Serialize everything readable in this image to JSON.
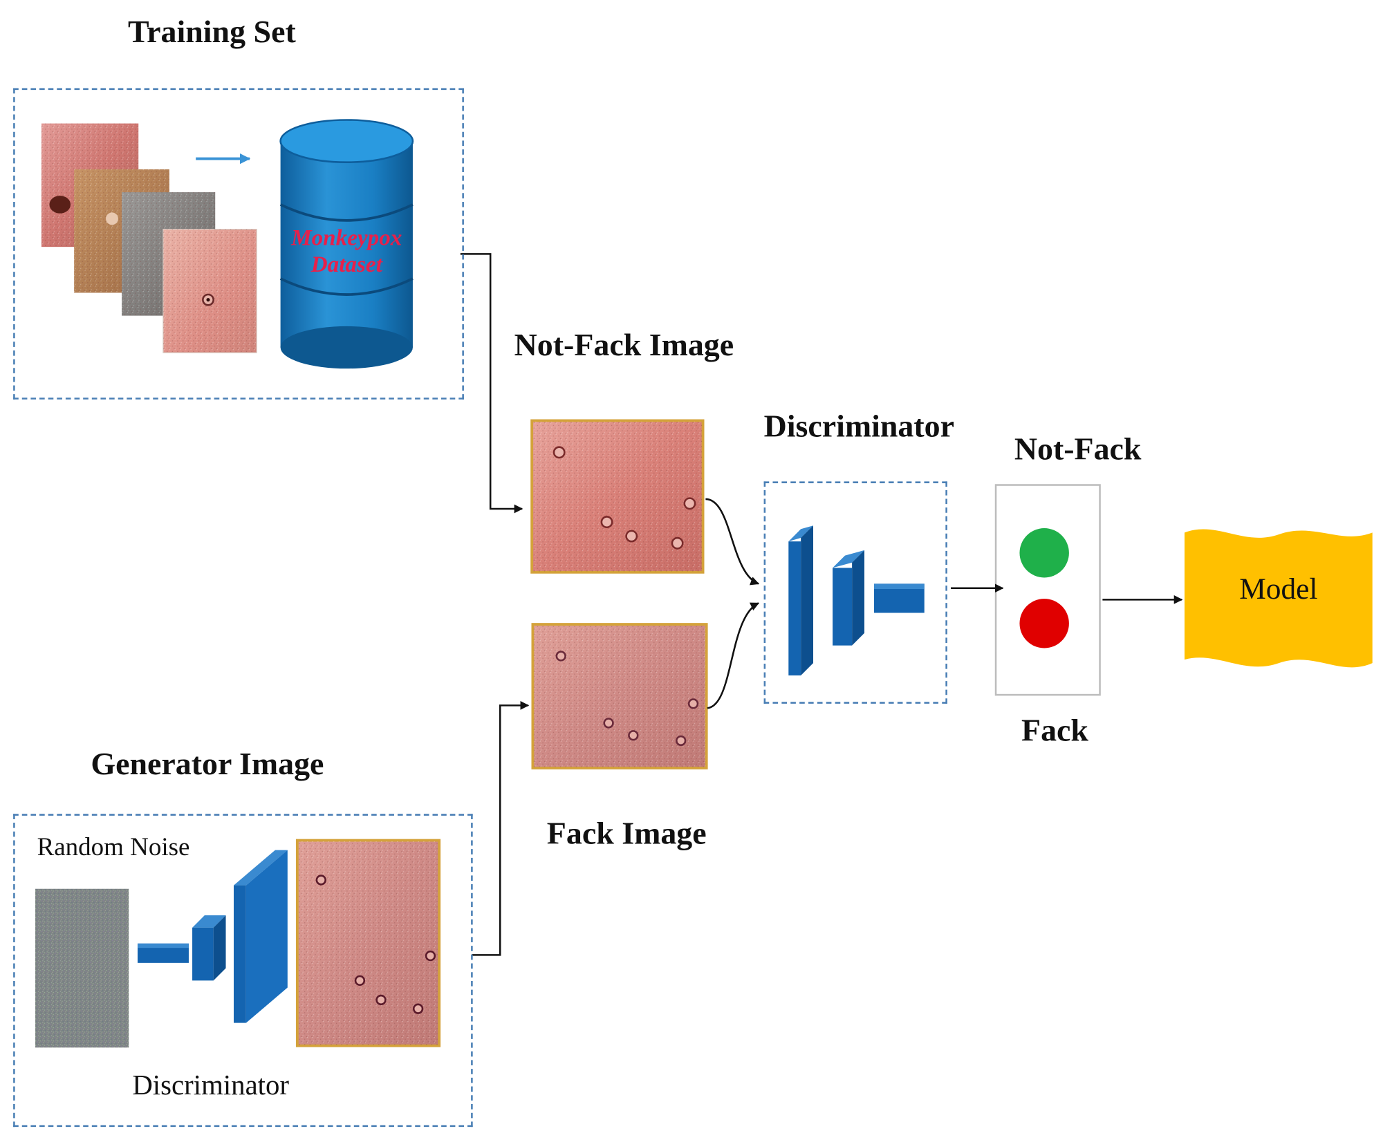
{
  "labels": {
    "training_set": "Training Set",
    "not_fack_image": "Not-Fack Image",
    "discriminator_title": "Discriminator",
    "not_fack": "Not-Fack",
    "fack": "Fack",
    "fack_image": "Fack Image",
    "generator_image": "Generator Image",
    "random_noise": "Random Noise",
    "generator_discriminator": "Discriminator",
    "model": "Model",
    "dataset_line1": "Monkeypox",
    "dataset_line2": "Dataset"
  },
  "colors": {
    "dashed_border": "#4a7fb5",
    "layer_blue": "#1464b0",
    "cylinder_blue": "#1a7fc4",
    "image_border": "#d4a23a",
    "model_yellow": "#ffc000",
    "real_indicator": "#1fb04a",
    "fake_indicator": "#e00000",
    "dataset_text": "#e8204a"
  }
}
